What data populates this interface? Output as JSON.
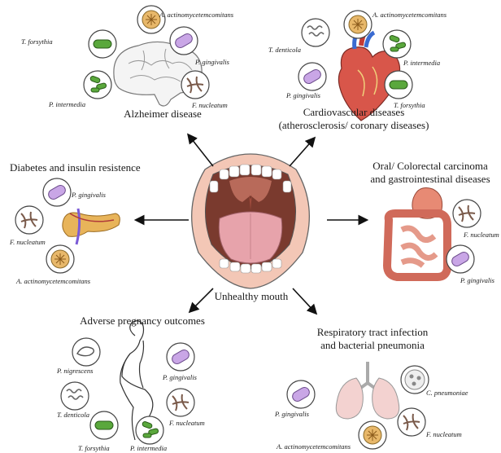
{
  "center": {
    "label": "Unhealthy mouth"
  },
  "diseases": {
    "alzheimer": "Alzheimer disease",
    "cardio_line1": "Cardiovascular diseases",
    "cardio_line2": "(atherosclerosis/ coronary diseases)",
    "diabetes": "Diabetes and insulin resistence",
    "oral_line1": "Oral/ Colorectal carcinoma",
    "oral_line2": "and gastrointestinal diseases",
    "pregnancy": "Adverse pregnancy outcomes",
    "resp_line1": "Respiratory tract infection",
    "resp_line2": "and bacterial pneumonia"
  },
  "bacteria": {
    "alz": [
      "A. actinomycetemcomitans",
      "T. forsythia",
      "P. gingivalis",
      "P. intermedia",
      "F. nucleatum"
    ],
    "cardio": [
      "A. actinomycetemcomitans",
      "T. denticola",
      "P. intermedia",
      "P. gingivalis",
      "T. forsythia"
    ],
    "diab": [
      "P. gingivalis",
      "F. nucleatum",
      "A. actinomycetemcomitans"
    ],
    "oral": [
      "F. nucleatum",
      "P. gingivalis"
    ],
    "preg": [
      "P. nigrescens",
      "P. gingivalis",
      "T. denticola",
      "F. nucleatum",
      "T. forsythia",
      "P. intermedia"
    ],
    "resp": [
      "P. gingivalis",
      "C. pneumoniae",
      "F. nucleatum",
      "A. actinomycetemcomitans"
    ]
  },
  "colors": {
    "gum": "#f2b8a8",
    "tongue": "#e8a0a8",
    "throat": "#8a4a3a",
    "green": "#5aa83c",
    "purple": "#c9a6e6",
    "orange": "#e8b86a",
    "organ_red": "#e07a68"
  }
}
